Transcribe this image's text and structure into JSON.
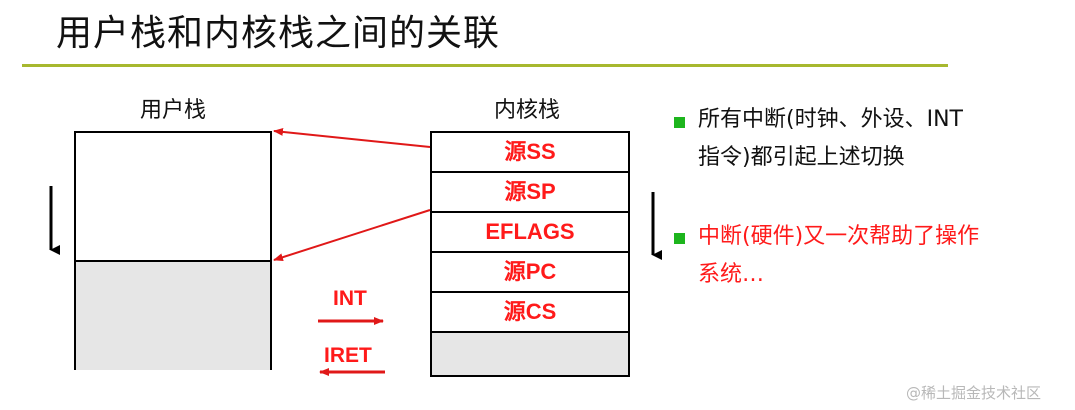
{
  "slide": {
    "title": "用户栈和内核栈之间的关联"
  },
  "user_stack": {
    "label": "用户栈"
  },
  "kernel_stack": {
    "label": "内核栈",
    "cells": [
      "源SS",
      "源SP",
      "EFLAGS",
      "源PC",
      "源CS"
    ]
  },
  "operations": {
    "int_label": "INT",
    "iret_label": "IRET"
  },
  "bullets": [
    {
      "lines": [
        "所有中断(时钟、外设、INT",
        "指令)都引起上述切换"
      ],
      "color": "#111111"
    },
    {
      "lines": [
        "中断(硬件)又一次帮助了操作",
        "系统…"
      ],
      "color": "#ff1a1a"
    }
  ],
  "watermark": "@稀土掘金技术社区",
  "colors": {
    "title_rule": "#a7b82f",
    "accent_red": "#ff1a1a",
    "bullet_green": "#1db51d",
    "stack_fill": "#e6e6e6"
  }
}
